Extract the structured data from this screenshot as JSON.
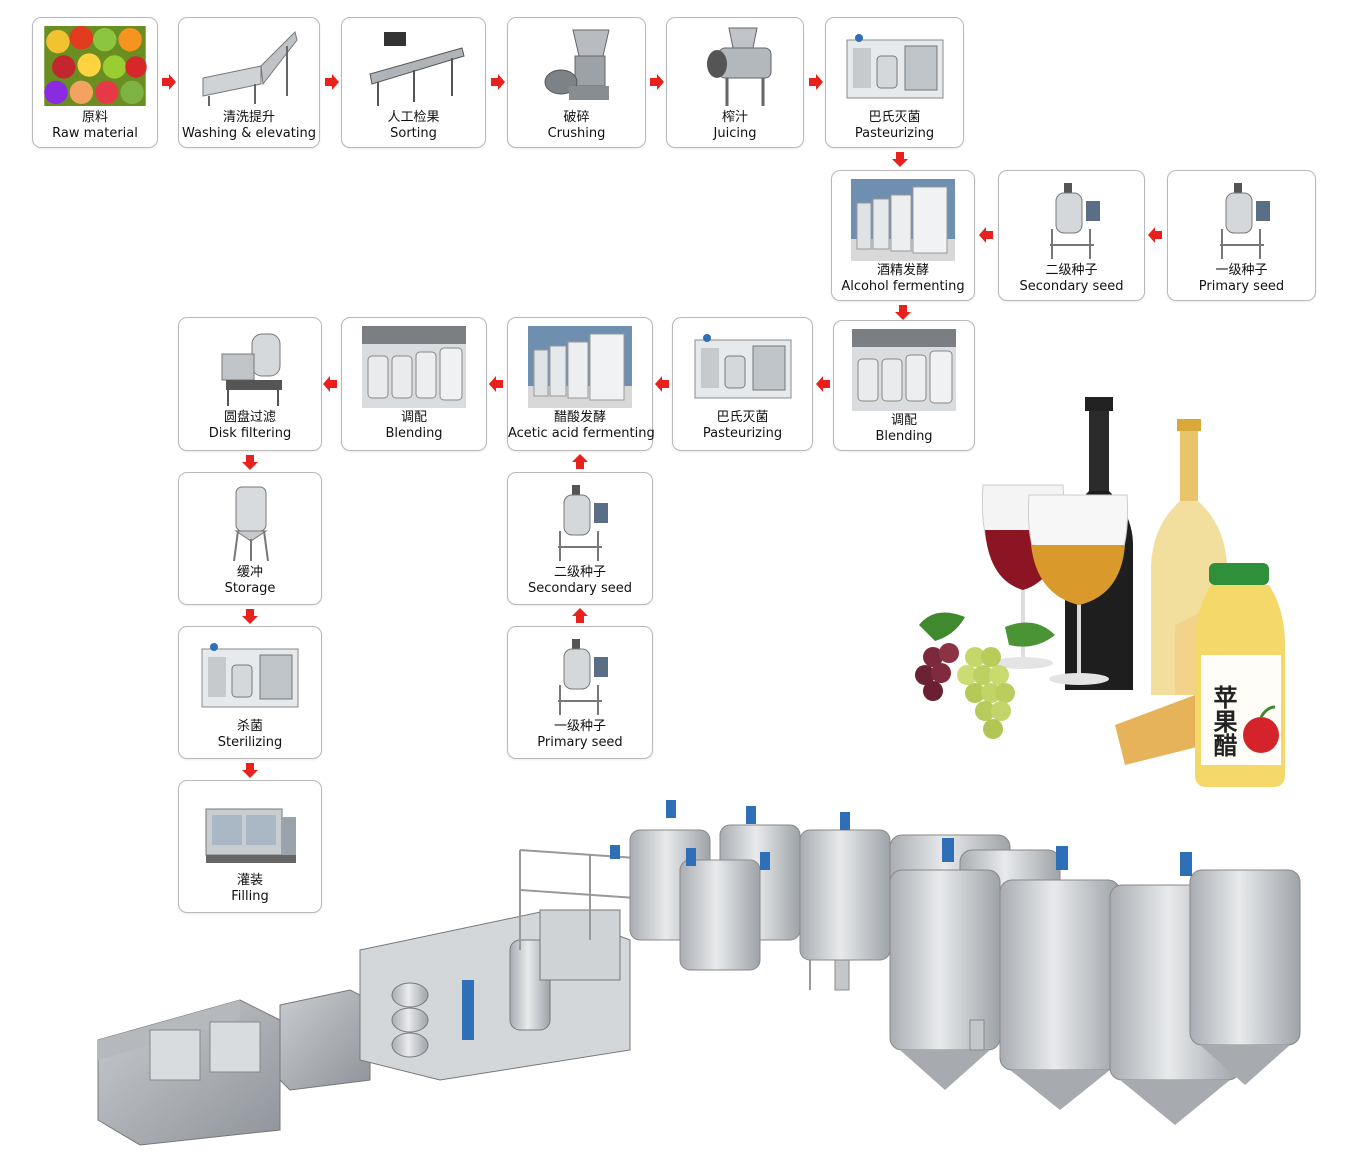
{
  "steps": {
    "raw": {
      "cn": "原料",
      "en": "Raw material"
    },
    "washing": {
      "cn": "清洗提升",
      "en": "Washing & elevating"
    },
    "sorting": {
      "cn": "人工检果",
      "en": "Sorting"
    },
    "crushing": {
      "cn": "破碎",
      "en": "Crushing"
    },
    "juicing": {
      "cn": "榨汁",
      "en": "Juicing"
    },
    "past1": {
      "cn": "巴氏灭菌",
      "en": "Pasteurizing"
    },
    "alcohol": {
      "cn": "酒精发酵",
      "en": "Alcohol fermenting"
    },
    "secseed1": {
      "cn": "二级种子",
      "en": "Secondary seed"
    },
    "primseed1": {
      "cn": "一级种子",
      "en": "Primary seed"
    },
    "blend1": {
      "cn": "调配",
      "en": "Blending"
    },
    "past2": {
      "cn": "巴氏灭菌",
      "en": "Pasteurizing"
    },
    "acetic": {
      "cn": "醋酸发酵",
      "en": "Acetic acid fermenting"
    },
    "blend2": {
      "cn": "调配",
      "en": "Blending"
    },
    "disk": {
      "cn": "圆盘过滤",
      "en": "Disk filtering"
    },
    "storage": {
      "cn": "缓冲",
      "en": "Storage"
    },
    "sterilizing": {
      "cn": "杀菌",
      "en": "Sterilizing"
    },
    "filling": {
      "cn": "灌装",
      "en": "Filling"
    },
    "secseed2": {
      "cn": "二级种子",
      "en": "Secondary seed"
    },
    "primseed2": {
      "cn": "一级种子",
      "en": "Primary seed"
    }
  },
  "product_label": "苹果醋",
  "colors": {
    "arrow": "#e8211d",
    "card_border": "#b9b9b9",
    "steel": "#c9ccd0",
    "motor": "#2f6fb7"
  }
}
